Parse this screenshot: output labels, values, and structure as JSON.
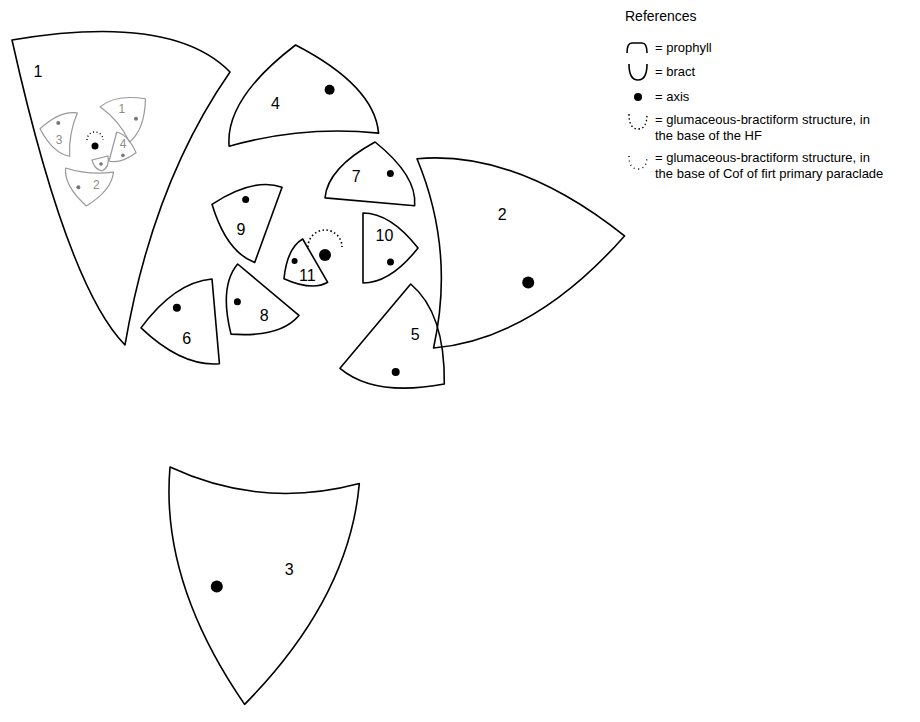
{
  "diagram": {
    "nodes": [
      {
        "text": [
          "1"
        ]
      },
      {
        "text": [
          "1"
        ],
        "in": 0
      },
      {
        "text": [
          "2"
        ],
        "in": 0
      },
      {
        "text": [
          "3"
        ],
        "in": 0
      },
      {
        "text": [
          "4"
        ],
        "in": 0
      },
      {
        "text": [
          "2"
        ]
      },
      {
        "text": [
          "3"
        ]
      },
      {
        "text": [
          "4"
        ]
      },
      {
        "text": [
          "5"
        ]
      },
      {
        "text": [
          "6"
        ]
      },
      {
        "text": [
          "7"
        ]
      },
      {
        "text": [
          "8"
        ]
      },
      {
        "text": [
          "9"
        ]
      },
      {
        "text": [
          "10"
        ]
      },
      {
        "text": [
          "11"
        ]
      }
    ],
    "labels": [
      "References"
    ],
    "legend": [
      {
        "text": "= prophyll"
      },
      {
        "text": "= bract"
      },
      {
        "text": "= axis"
      },
      {
        "text": "= glumaceous-bractiform structure, in the base of the HF"
      },
      {
        "text": "= glumaceous-bractiform structure, in the base of Cof of firt primary paraclade"
      }
    ]
  }
}
